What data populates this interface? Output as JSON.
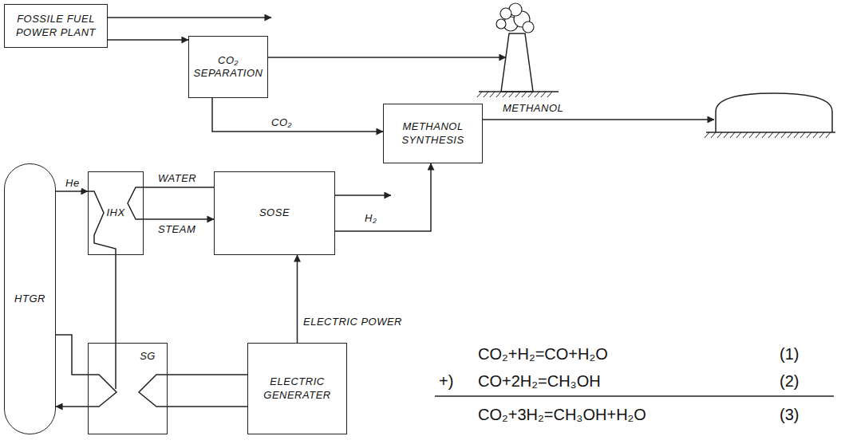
{
  "diagram": {
    "nodes": [
      {
        "text": [
          "FOSSILE FUEL POWER PLANT"
        ]
      },
      {
        "text": [
          "CO₂ SEPARATION"
        ]
      },
      {
        "text": [
          "METHANOL SYNTHESIS"
        ]
      },
      {
        "text": [
          "HTGR"
        ]
      },
      {
        "text": [
          "IHX"
        ]
      },
      {
        "text": [
          "SOSE"
        ]
      },
      {
        "text": [
          "SG"
        ]
      },
      {
        "text": [
          "ELECTRIC GENERATER"
        ]
      }
    ],
    "edges": [
      {
        "from": 0,
        "to": 1,
        "arrow": "to"
      },
      {
        "from": 1,
        "to": 2,
        "label": "CO₂",
        "arrow": "to"
      },
      {
        "from": 3,
        "to": 4,
        "label": "He",
        "arrow": "to"
      },
      {
        "from": 4,
        "to": 5,
        "label": "STEAM",
        "arrow": "to"
      },
      {
        "from": 4,
        "to": 5,
        "label": "WATER",
        "arrow": "none"
      },
      {
        "from": 7,
        "to": 5,
        "label": "ELECTRIC POWER",
        "arrow": "to"
      },
      {
        "from": 5,
        "to": 2,
        "label": "H₂",
        "arrow": "to"
      },
      {
        "from": 4,
        "to": 6,
        "arrow": "none"
      },
      {
        "from": 3,
        "to": 6,
        "arrow": "none"
      },
      {
        "from": 6,
        "to": 3,
        "arrow": "to"
      },
      {
        "from": 6,
        "to": 7,
        "arrow": "none"
      }
    ],
    "labels": [
      "METHANOL",
      "CO₂+H₂=CO+H₂O",
      "(1)",
      "+)",
      "CO+2H₂=CH₃OH",
      "(2)",
      "CO₂+3H₂=CH₃OH+H₂O",
      "(3)"
    ]
  }
}
